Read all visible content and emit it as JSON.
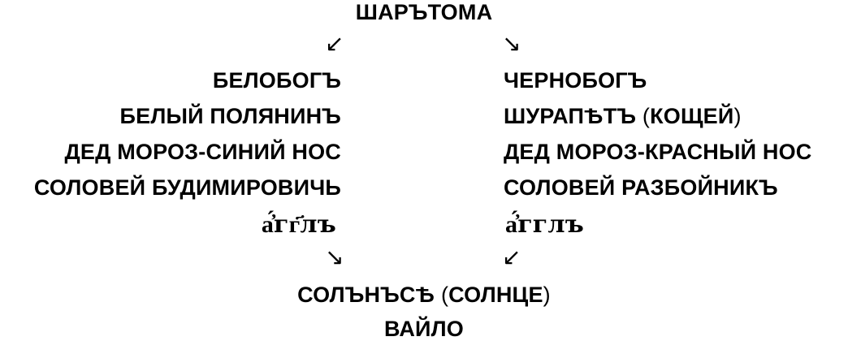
{
  "top": "ШАРЪТОМА",
  "arrows": {
    "top_left": "↙",
    "top_right": "↘",
    "bottom_left": "↘",
    "bottom_right": "↙"
  },
  "left": {
    "rows": [
      "БЕЛОБОГЪ",
      "БЕЛЫЙ ПОЛЯНИНЪ",
      "ДЕД МОРОЗ-СИНИЙ НОС",
      "СОЛОВЕЙ БУДИМИРОВИЧЬ"
    ],
    "angel": "а҆́гг҃лъ"
  },
  "right": {
    "rows": [
      "ЧЕРНОБОГЪ",
      "ШУРАПѢТЪ",
      "ДЕД МОРОЗ-КРАСНЫЙ НОС",
      "СОЛОВЕЙ РАЗБОЙНИКЪ"
    ],
    "row2_paren_open": "(",
    "row2_paren_word": "КОЩЕЙ",
    "row2_paren_close": ")",
    "angel": "а҆́гглъ"
  },
  "bottom": {
    "main": "СОЛЪНЪСѢ",
    "paren_open": "(",
    "paren_word": "СОЛНЦЕ",
    "paren_close": ")",
    "last": "ВАЙЛО"
  }
}
